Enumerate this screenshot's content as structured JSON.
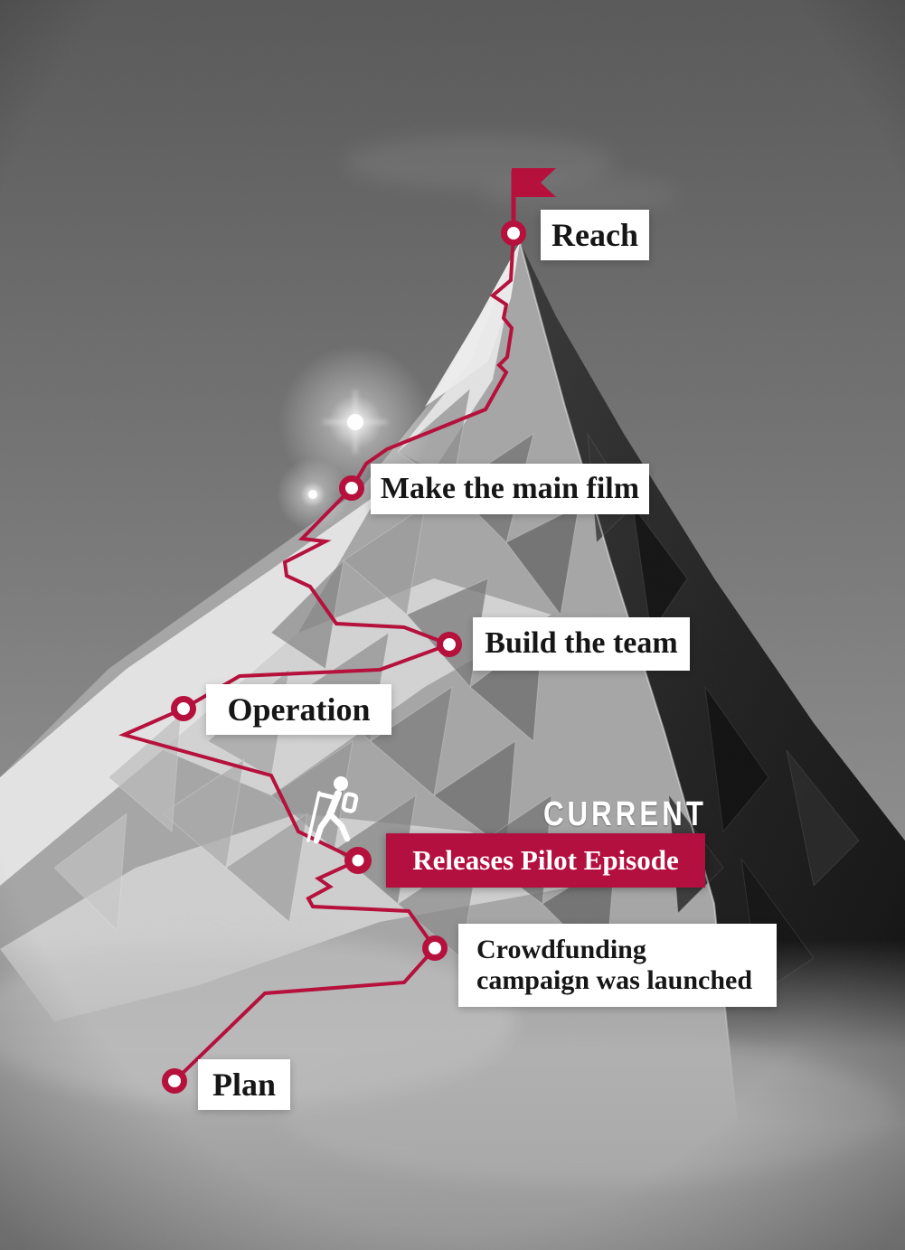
{
  "accent_color": "#b5113c",
  "artwork": {
    "description": "Grayscale low-poly mountain with climbing route",
    "icons": [
      "flag-icon",
      "hiker-icon",
      "milestone-node"
    ]
  },
  "roadmap": {
    "badge": "CURRENT",
    "milestones": [
      {
        "id": "plan",
        "label": "Plan",
        "state": "past"
      },
      {
        "id": "crowdfunding",
        "label": "Crowdfunding campaign was launched",
        "state": "past"
      },
      {
        "id": "pilot",
        "label": "Releases Pilot Episode",
        "state": "current"
      },
      {
        "id": "operation",
        "label": "Operation",
        "state": "upcoming"
      },
      {
        "id": "build-team",
        "label": "Build the team",
        "state": "upcoming"
      },
      {
        "id": "main-film",
        "label": "Make the main film",
        "state": "upcoming"
      },
      {
        "id": "reach",
        "label": "Reach",
        "state": "goal"
      }
    ]
  }
}
